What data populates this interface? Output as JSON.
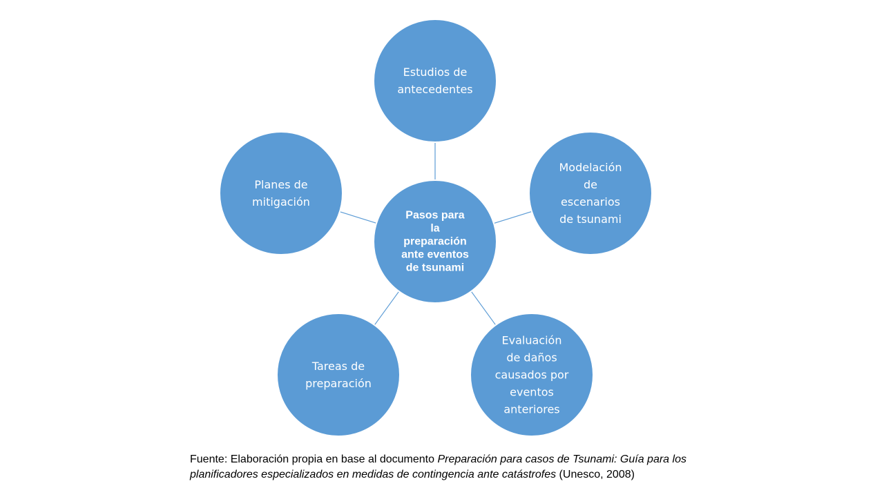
{
  "diagram": {
    "colors": {
      "circle_fill": "#5b9bd5",
      "circle_stroke": "#ffffff",
      "connector": "#5b9bd5",
      "text": "#ffffff"
    },
    "center": {
      "lines": [
        "Pasos para",
        "la",
        "preparación",
        "ante eventos",
        "de tsunami"
      ]
    },
    "nodes": [
      {
        "id": "estudios",
        "lines": [
          "Estudios de",
          "antecedentes"
        ]
      },
      {
        "id": "modelacion",
        "lines": [
          "Modelación",
          "de",
          "escenarios",
          "de tsunami"
        ]
      },
      {
        "id": "evaluacion",
        "lines": [
          "Evaluación",
          "de daños",
          "causados por",
          "eventos",
          "anteriores"
        ]
      },
      {
        "id": "tareas",
        "lines": [
          "Tareas de",
          "preparación"
        ]
      },
      {
        "id": "planes",
        "lines": [
          "Planes de",
          "mitigación"
        ]
      }
    ]
  },
  "caption": {
    "prefix": "Fuente: Elaboración propia en base al documento ",
    "title": "Preparación para casos de Tsunami: Guía para los planificadores especializados en medidas de contingencia ante catástrofes",
    "suffix": " (Unesco, 2008)"
  }
}
